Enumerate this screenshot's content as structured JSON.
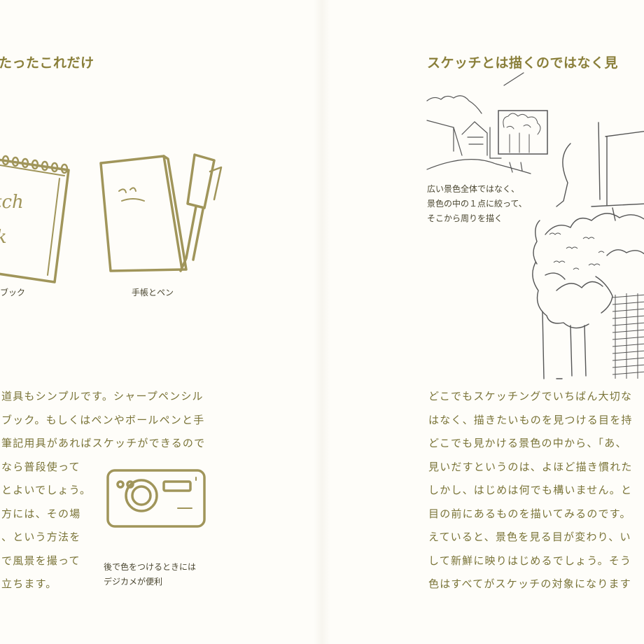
{
  "left_page": {
    "heading": "たったこれだけ",
    "illustrations": {
      "sketchbook": {
        "cover_text_line1": "tch",
        "cover_text_line2": "k",
        "caption": "ブック"
      },
      "notebook_pen": {
        "caption": "手帳とペン"
      },
      "camera": {
        "caption_lines": [
          "後で色をつけるときには",
          "デジカメが便利"
        ]
      }
    },
    "body_lines": [
      "道具もシンプルです。シャープペンシル",
      "ブック。もしくはペンやボールペンと手",
      "筆記用具があればスケッチができるので",
      "なら普段使って",
      "とよいでしょう。",
      "方には、その場",
      "、という方法を",
      "で風景を撮って",
      "立ちます。"
    ]
  },
  "right_page": {
    "heading": "スケッチとは描くのではなく見",
    "illustrations": {
      "small_sketch": {
        "caption_lines": [
          "広い景色全体ではなく、",
          "景色の中の１点に絞って、",
          "そこから周りを描く"
        ]
      },
      "large_sketch": {}
    },
    "body_lines": [
      "どこでもスケッチングでいちばん大切な",
      "はなく、描きたいものを見つける目を持",
      "どこでも見かける景色の中から、「あ、",
      "見いだすというのは、よほど描き慣れた",
      "しかし、はじめは何でも構いません。と",
      "目の前にあるものを描いてみるのです。",
      "えていると、景色を見る目が変わり、い",
      "して新鮮に映りはじめるでしょう。そう",
      "色はすべてがスケッチの対象になります"
    ]
  },
  "colors": {
    "heading": "#8a7f3a",
    "body": "#7a7438",
    "caption": "#4a4630",
    "ink": "#a0955a",
    "pencil": "#555555"
  }
}
